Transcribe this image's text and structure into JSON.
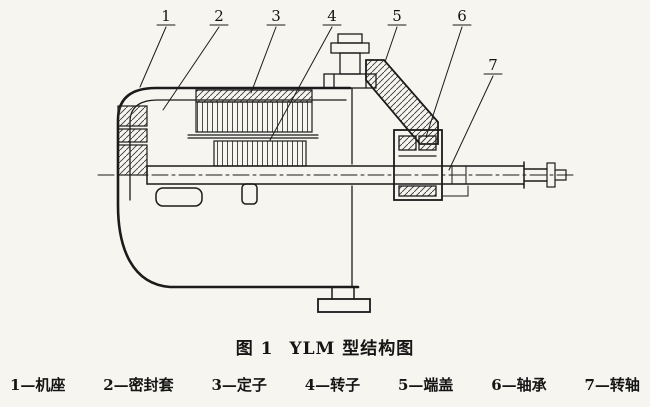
{
  "figure": {
    "caption_label": "图 1",
    "caption_title": "YLM 型结构图",
    "callouts": [
      "1",
      "2",
      "3",
      "4",
      "5",
      "6",
      "7"
    ],
    "legend": [
      "1—机座",
      "2—密封套",
      "3—定子",
      "4—转子",
      "5—端盖",
      "6—轴承",
      "7—转轴"
    ]
  }
}
